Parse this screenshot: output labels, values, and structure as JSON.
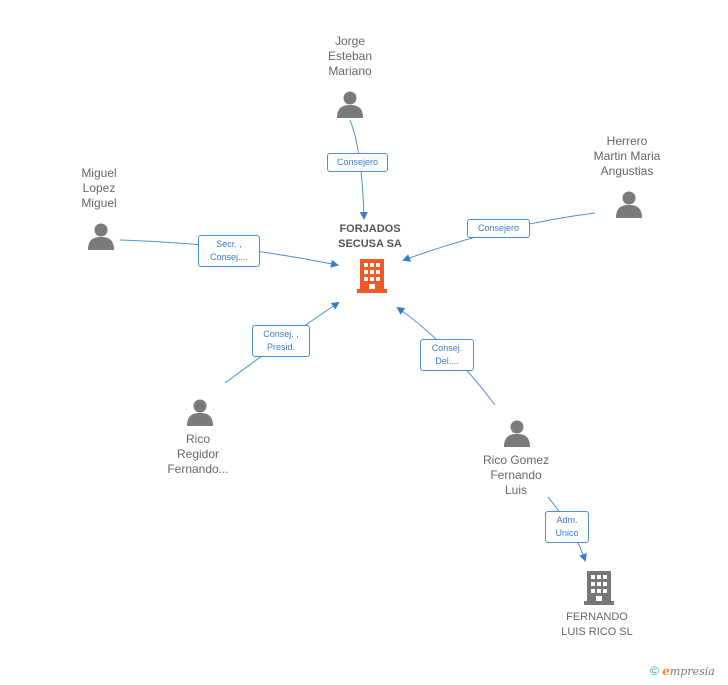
{
  "center": {
    "name_lines": [
      "FORJADOS",
      "SECUSA SA"
    ],
    "icon": "building-icon",
    "color": "#f05a28"
  },
  "people": [
    {
      "id": "jorge",
      "name_lines": [
        "Jorge",
        "Esteban",
        "Mariano"
      ],
      "icon": "person-icon"
    },
    {
      "id": "herrero",
      "name_lines": [
        "Herrero",
        "Martin Maria",
        "Angustias"
      ],
      "icon": "person-icon"
    },
    {
      "id": "miguel",
      "name_lines": [
        "Miguel",
        "Lopez",
        "Miguel"
      ],
      "icon": "person-icon"
    },
    {
      "id": "rico-regidor",
      "name_lines": [
        "Rico",
        "Regidor",
        "Fernando..."
      ],
      "icon": "person-icon"
    },
    {
      "id": "rico-gomez",
      "name_lines": [
        "Rico Gomez",
        "Fernando",
        "Luis"
      ],
      "icon": "person-icon"
    }
  ],
  "companies": [
    {
      "id": "fernando-luis",
      "name_lines": [
        "FERNANDO",
        "LUIS RICO SL"
      ],
      "icon": "building-icon",
      "color": "#777777"
    }
  ],
  "edges": [
    {
      "from": "jorge",
      "label_lines": [
        "Consejero"
      ]
    },
    {
      "from": "herrero",
      "label_lines": [
        "Consejero"
      ]
    },
    {
      "from": "miguel",
      "label_lines": [
        "Secr. ,",
        "Consej...."
      ]
    },
    {
      "from": "rico-regidor",
      "label_lines": [
        "Consej. ,",
        "Presid."
      ]
    },
    {
      "from": "rico-gomez",
      "label_lines": [
        "Consej.",
        "Del...."
      ]
    },
    {
      "from": "rico-gomez",
      "to": "fernando-luis",
      "label_lines": [
        "Adm.",
        "Unico"
      ]
    }
  ],
  "colors": {
    "edge": "#4a90d9",
    "person": "#7a7a7a",
    "text": "#666666"
  },
  "brand": {
    "copyright": "©",
    "e": "e",
    "rest": "mpresia"
  }
}
